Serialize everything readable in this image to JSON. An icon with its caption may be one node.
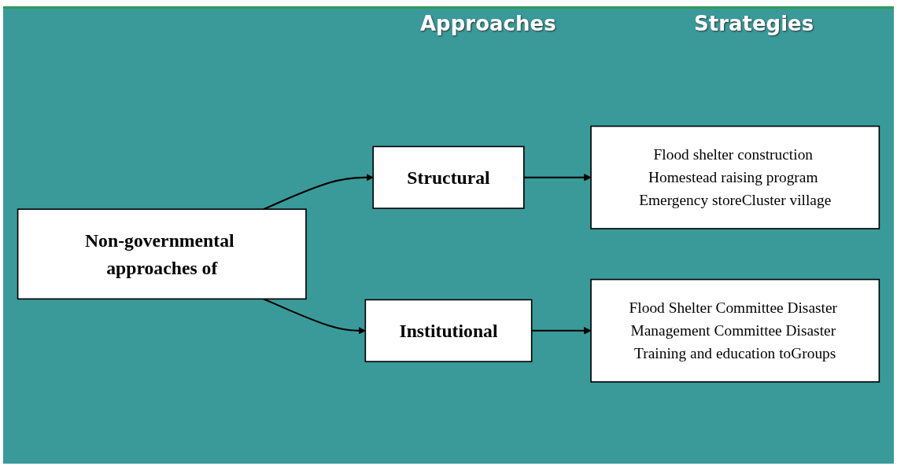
{
  "diagram": {
    "nodes": [
      {
        "text": [
          "Non-governmental approaches of"
        ]
      },
      {
        "text": [
          "Structural"
        ]
      },
      {
        "text": [
          "Flood shelter construction Homestead raising program Emergency storeCluster village"
        ]
      },
      {
        "text": [
          "Institutional"
        ]
      },
      {
        "text": [
          "Flood Shelter Committee Disaster Management Committee Disaster Training and education toGroups"
        ]
      }
    ],
    "edges": [
      {
        "from": 0,
        "to": 1,
        "arrow": "to"
      },
      {
        "from": 1,
        "to": 2,
        "arrow": "to"
      },
      {
        "from": 0,
        "to": 3,
        "arrow": "to"
      },
      {
        "from": 3,
        "to": 4,
        "arrow": "to"
      }
    ],
    "labels": [
      "Approaches",
      "Strategies"
    ]
  }
}
